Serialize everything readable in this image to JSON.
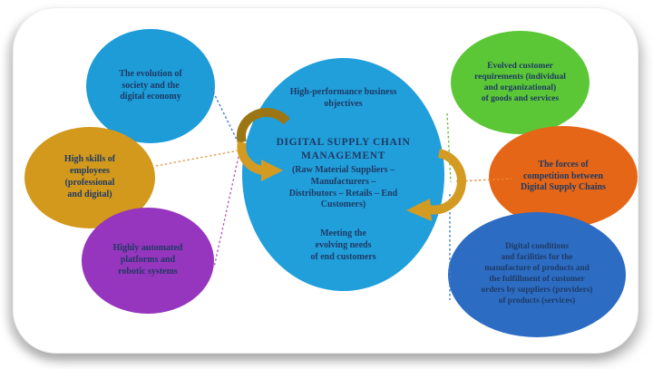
{
  "diagram": {
    "center": {
      "color": "#219FDB",
      "top": "High-performance business\nobjectives",
      "title": "DIGITAL SUPPLY CHAIN\nMANAGEMENT",
      "subtitle": "(Raw Material Suppliers –\nManufacturers –\nDistributors – Retails – End\nCustomers)",
      "bottom": "Meeting the\nevolving needs\nof end customers"
    },
    "satellites": [
      {
        "id": "evolution-society",
        "color": "#1D9CD8",
        "text": "The evolution of\nsociety and the\ndigital economy"
      },
      {
        "id": "high-skills-employees",
        "color": "#D3991C",
        "text": "High skills of\nemployees\n(professional\nand digital)"
      },
      {
        "id": "automated-platforms",
        "color": "#9635BD",
        "text": "Highly automated\nplatforms and\nrobotic systems"
      },
      {
        "id": "evolved-customer-requirements",
        "color": "#5BC636",
        "text": "Evolved customer\nrequirements (individual\nand organizational)\nof goods and services"
      },
      {
        "id": "forces-of-competition",
        "color": "#E56617",
        "text": "The forces of\ncompetition between\nDigital Supply Chains"
      },
      {
        "id": "digital-conditions",
        "color": "#2D6CC3",
        "text": "Digital conditions\nand facilities for the\nmanufacture of products and\nthe fulfillment of customer\norders by suppliers (providers)\nof products (services)"
      }
    ]
  },
  "colors": {
    "text": "#1E3A64",
    "connector_blue": "#3D7FC1",
    "connector_orange_left": "#DFA254",
    "connector_purple": "#BB5BC0",
    "connector_green": "#6CBF44",
    "connector_orange_right": "#ED8633",
    "arrow_gold": "#D39B21",
    "arrow_dark_gold": "#9C7614"
  }
}
